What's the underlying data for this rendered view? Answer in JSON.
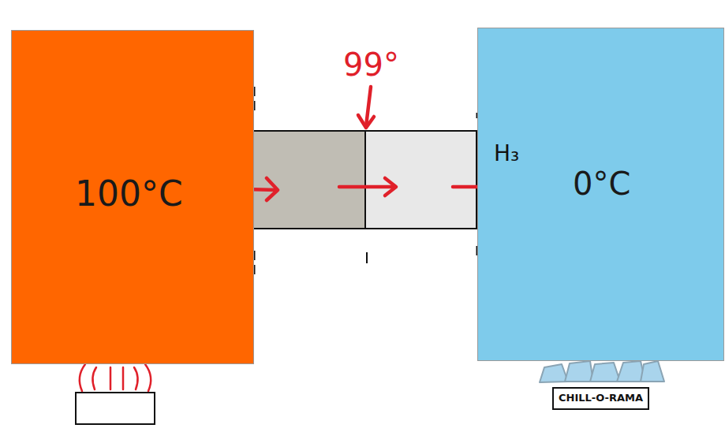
{
  "diagram": {
    "nodes": [
      {
        "text": [
          "100°C"
        ]
      },
      {
        "text": [
          "0°C"
        ]
      },
      {
        "text": [
          "CHILL-O-RAMA"
        ]
      }
    ],
    "labels": [
      "99°",
      "H₃"
    ]
  }
}
